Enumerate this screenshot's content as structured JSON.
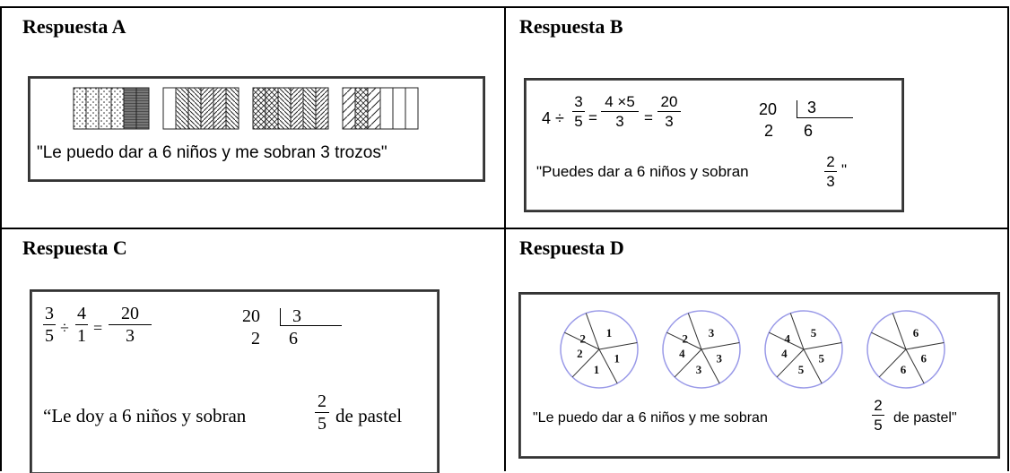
{
  "cells": {
    "a": {
      "title": "Respuesta A",
      "quote": "\"Le puedo dar a 6 niños y me sobran 3 trozos\""
    },
    "b": {
      "title": "Respuesta B",
      "expr": {
        "lead": "4 ÷",
        "f1_num": "3",
        "f1_den": "5",
        "eq1": "=",
        "f2_num": "4 ×5",
        "f2_den": "3",
        "eq2": "=",
        "f3_num": "20",
        "f3_den": "3"
      },
      "division": {
        "dividend": "20",
        "divisor": "3",
        "remainder": "2",
        "quotient": "6"
      },
      "quote_text": "\"Puedes dar a 6 niños y sobran",
      "quote_frac_num": "2",
      "quote_frac_den": "3",
      "quote_close": "\""
    },
    "c": {
      "title": "Respuesta C",
      "expr": {
        "f1_num": "3",
        "f1_den": "5",
        "div": "÷",
        "f2_num": "4",
        "f2_den": "1",
        "eq": "=",
        "f3_num": "20",
        "f3_den": "3"
      },
      "division": {
        "dividend": "20",
        "divisor": "3",
        "remainder": "2",
        "quotient": "6"
      },
      "quote_text": "“Le doy a 6 niños y sobran",
      "quote_frac_num": "2",
      "quote_frac_den": "5",
      "quote_tail": "de pastel"
    },
    "d": {
      "title": "Respuesta D",
      "quote_text": "\"Le puedo dar a 6 niños y me sobran",
      "quote_frac_num": "2",
      "quote_frac_den": "5",
      "quote_tail": "de pastel\"",
      "circle_color": "#9a9ae8",
      "pie_labels": [
        [
          "1",
          "1",
          "1",
          "2",
          "2"
        ],
        [
          "3",
          "3",
          "3",
          "4",
          "2"
        ],
        [
          "5",
          "5",
          "5",
          "4",
          "4"
        ],
        [
          "6",
          "6",
          "6",
          "",
          ""
        ]
      ]
    }
  }
}
